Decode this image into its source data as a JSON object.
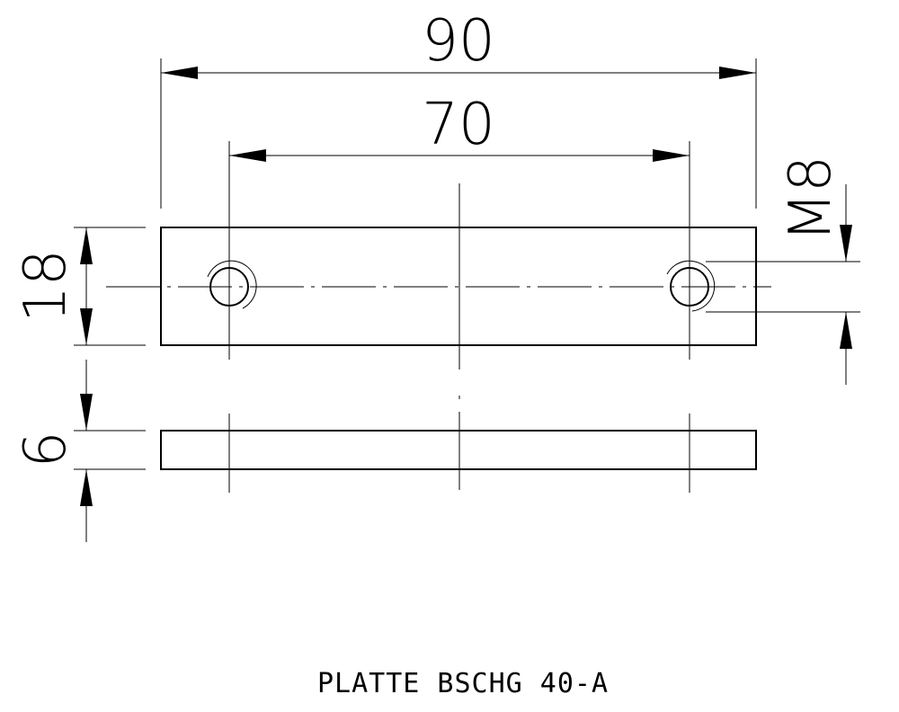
{
  "drawing": {
    "dimensions": {
      "overall_length": "90",
      "hole_spacing": "70",
      "width": "18",
      "thickness": "6",
      "thread": "M8"
    },
    "title": "PLATTE BSCHG 40-A"
  }
}
